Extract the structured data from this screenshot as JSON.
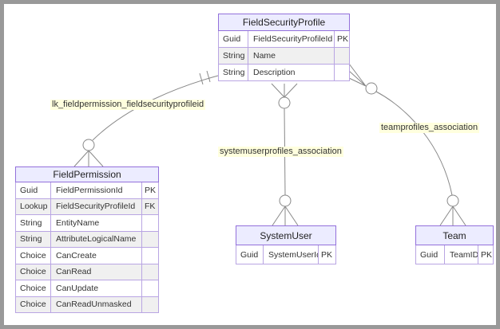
{
  "diagram": {
    "kind": "entity-relationship-diagram",
    "entities": [
      {
        "name": "FieldSecurityProfile",
        "rows": [
          {
            "type": "Guid",
            "name": "FieldSecurityProfileId",
            "key": "PK"
          },
          {
            "type": "String",
            "name": "Name",
            "key": ""
          },
          {
            "type": "String",
            "name": "Description",
            "key": ""
          }
        ]
      },
      {
        "name": "FieldPermission",
        "rows": [
          {
            "type": "Guid",
            "name": "FieldPermissionId",
            "key": "PK"
          },
          {
            "type": "Lookup",
            "name": "FieldSecurityProfileId",
            "key": "FK"
          },
          {
            "type": "String",
            "name": "EntityName",
            "key": ""
          },
          {
            "type": "String",
            "name": "AttributeLogicalName",
            "key": ""
          },
          {
            "type": "Choice",
            "name": "CanCreate",
            "key": ""
          },
          {
            "type": "Choice",
            "name": "CanRead",
            "key": ""
          },
          {
            "type": "Choice",
            "name": "CanUpdate",
            "key": ""
          },
          {
            "type": "Choice",
            "name": "CanReadUnmasked",
            "key": ""
          }
        ]
      },
      {
        "name": "SystemUser",
        "rows": [
          {
            "type": "Guid",
            "name": "SystemUserId",
            "key": "PK"
          }
        ]
      },
      {
        "name": "Team",
        "rows": [
          {
            "type": "Guid",
            "name": "TeamID",
            "key": "PK"
          }
        ]
      }
    ],
    "relationships": [
      {
        "label": "lk_fieldpermission_fieldsecurityprofileid",
        "from": "FieldPermission",
        "from_cardinality": "zero-or-many",
        "to": "FieldSecurityProfile",
        "to_cardinality": "one-and-only-one"
      },
      {
        "label": "systemuserprofiles_association",
        "from": "SystemUser",
        "from_cardinality": "zero-or-many",
        "to": "FieldSecurityProfile",
        "to_cardinality": "zero-or-many"
      },
      {
        "label": "teamprofiles_association",
        "from": "Team",
        "from_cardinality": "zero-or-many",
        "to": "FieldSecurityProfile",
        "to_cardinality": "zero-or-many"
      }
    ],
    "colors": {
      "entity_border": "#9370db",
      "entity_header_fill": "#ececff",
      "row_alt_fill": "#f0f0f0",
      "line": "#888888",
      "label_background": "#ffffde",
      "text": "#333333",
      "outer_frame": "#999999"
    }
  }
}
